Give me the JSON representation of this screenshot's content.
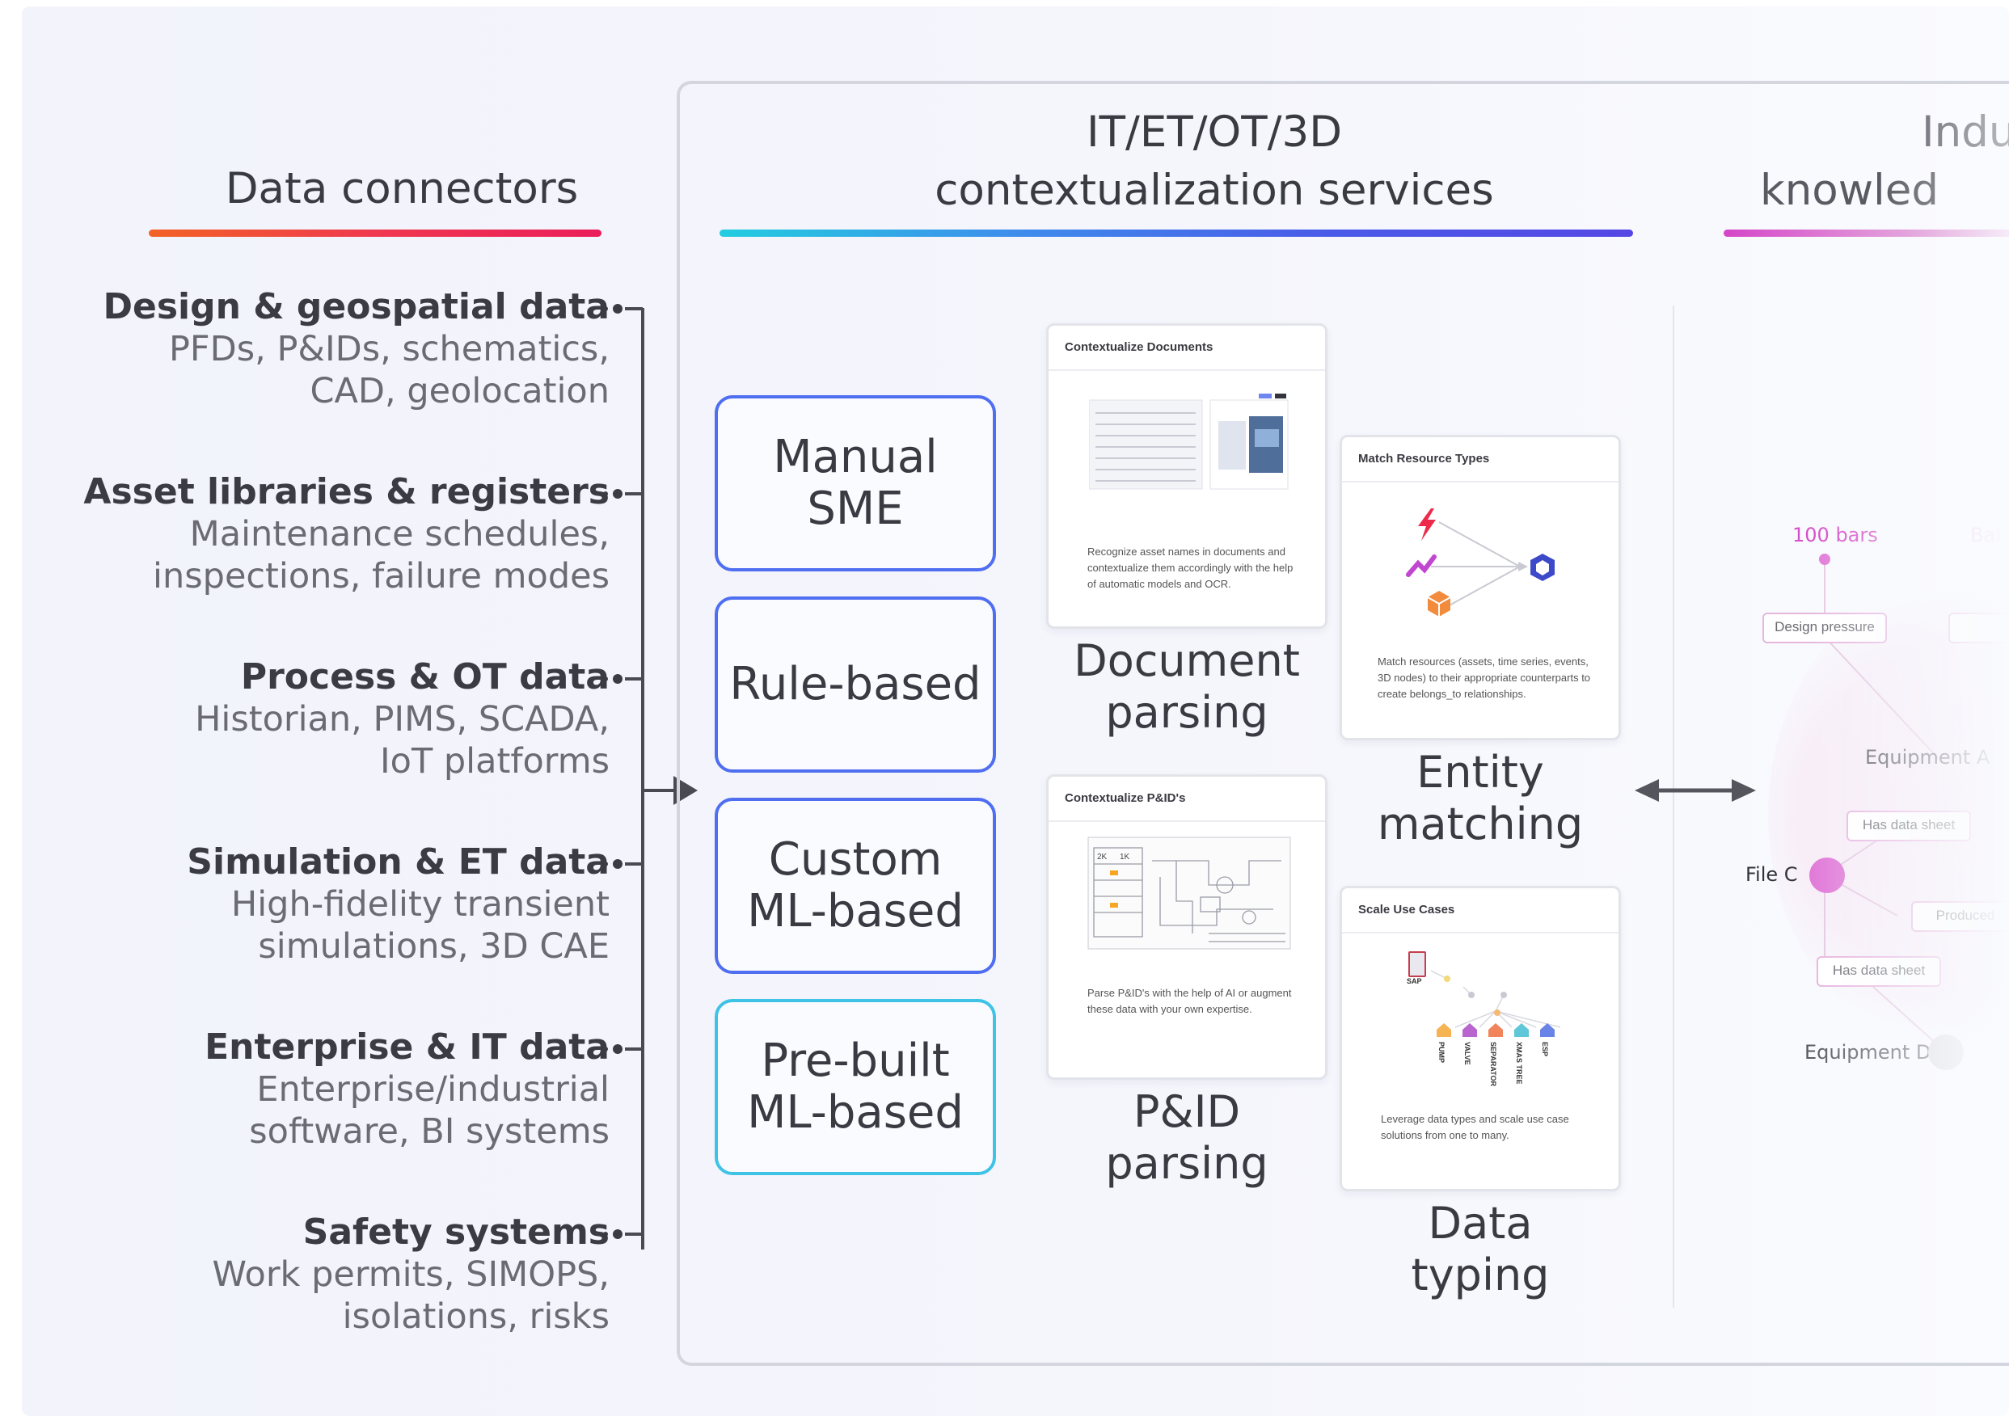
{
  "headings": {
    "connectors": "Data connectors",
    "services_line1": "IT/ET/OT/3D",
    "services_line2": "contextualization services",
    "knowledge_line1": "Indu",
    "knowledge_line2": "knowled"
  },
  "connectors": [
    {
      "title": "Design & geospatial data",
      "sub1": "PFDs, P&IDs, schematics,",
      "sub2": "CAD, geolocation"
    },
    {
      "title": "Asset libraries & registers",
      "sub1": "Maintenance schedules,",
      "sub2": "inspections, failure modes"
    },
    {
      "title": "Process & OT data",
      "sub1": "Historian, PIMS, SCADA,",
      "sub2": "IoT platforms"
    },
    {
      "title": "Simulation & ET data",
      "sub1": "High-fidelity transient",
      "sub2": "simulations, 3D CAE"
    },
    {
      "title": "Enterprise & IT data",
      "sub1": "Enterprise/industrial",
      "sub2": "software, BI systems"
    },
    {
      "title": "Safety systems",
      "sub1": "Work permits, SIMOPS,",
      "sub2": "isolations, risks"
    }
  ],
  "methods": [
    {
      "line1": "Manual",
      "line2": "SME"
    },
    {
      "line1": "Rule-based",
      "line2": ""
    },
    {
      "line1": "Custom",
      "line2": "ML-based"
    },
    {
      "line1": "Pre-built",
      "line2": "ML-based"
    }
  ],
  "cards": {
    "documents": {
      "title": "Contextualize Documents",
      "desc": "Recognize asset names in documents and contextualize them accordingly with the help of automatic models and OCR.",
      "caption1": "Document",
      "caption2": "parsing"
    },
    "pid": {
      "title": "Contextualize P&ID's",
      "desc": "Parse P&ID's with the help of AI or augment these data with your own expertise.",
      "caption1": "P&ID",
      "caption2": "parsing"
    },
    "entity": {
      "title": "Match Resource Types",
      "desc": "Match resources (assets, time series, events, 3D nodes) to their appropriate counterparts to create belongs_to relationships.",
      "caption1": "Entity",
      "caption2": "matching"
    },
    "typing": {
      "title": "Scale Use Cases",
      "desc": "Leverage data types and scale use case solutions from one to many.",
      "sap": "SAP",
      "items": [
        "PUMP",
        "VALVE",
        "SEPARATOR",
        "XMAS TREE",
        "ESP"
      ],
      "caption1": "Data",
      "caption2": "typing"
    }
  },
  "knowledge_graph": {
    "value_label": "100 bars",
    "value_label_2": "Bal",
    "design_pressure": "Design pressure",
    "equipment_a": "Equipment A",
    "has_data_sheet_1": "Has data sheet",
    "file_c": "File C",
    "produced": "Produced",
    "has_data_sheet_2": "Has data sheet",
    "equipment_d": "Equipment D"
  },
  "colors": {
    "connectors_bar": [
      "#f26326",
      "#ea1d5a"
    ],
    "services_bar": [
      "#22cde0",
      "#5547e5"
    ],
    "knowledge_bar": "#d545c8",
    "method_border": "#4f6ef0",
    "method_border_last": "#3ec3e6",
    "node_pink": "#e07ad8"
  }
}
